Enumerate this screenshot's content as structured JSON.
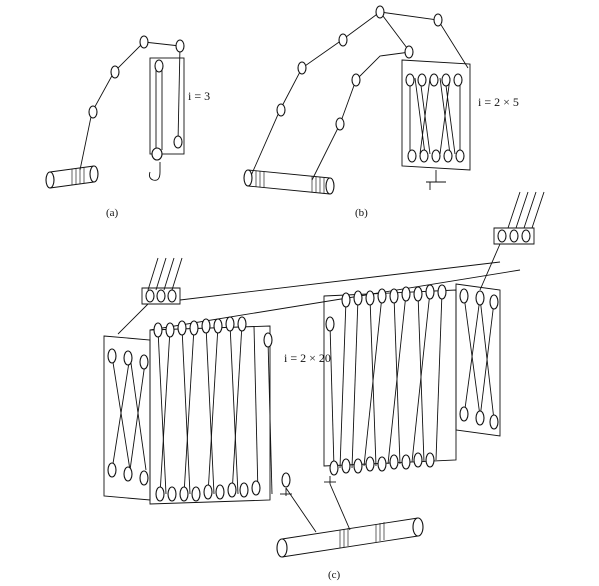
{
  "labels": {
    "panel_a": "(a)",
    "panel_b": "(b)",
    "panel_c": "(c)"
  },
  "ratios": {
    "a": "i = 3",
    "b": "i = 2 × 5",
    "c": "i = 2 × 20"
  }
}
